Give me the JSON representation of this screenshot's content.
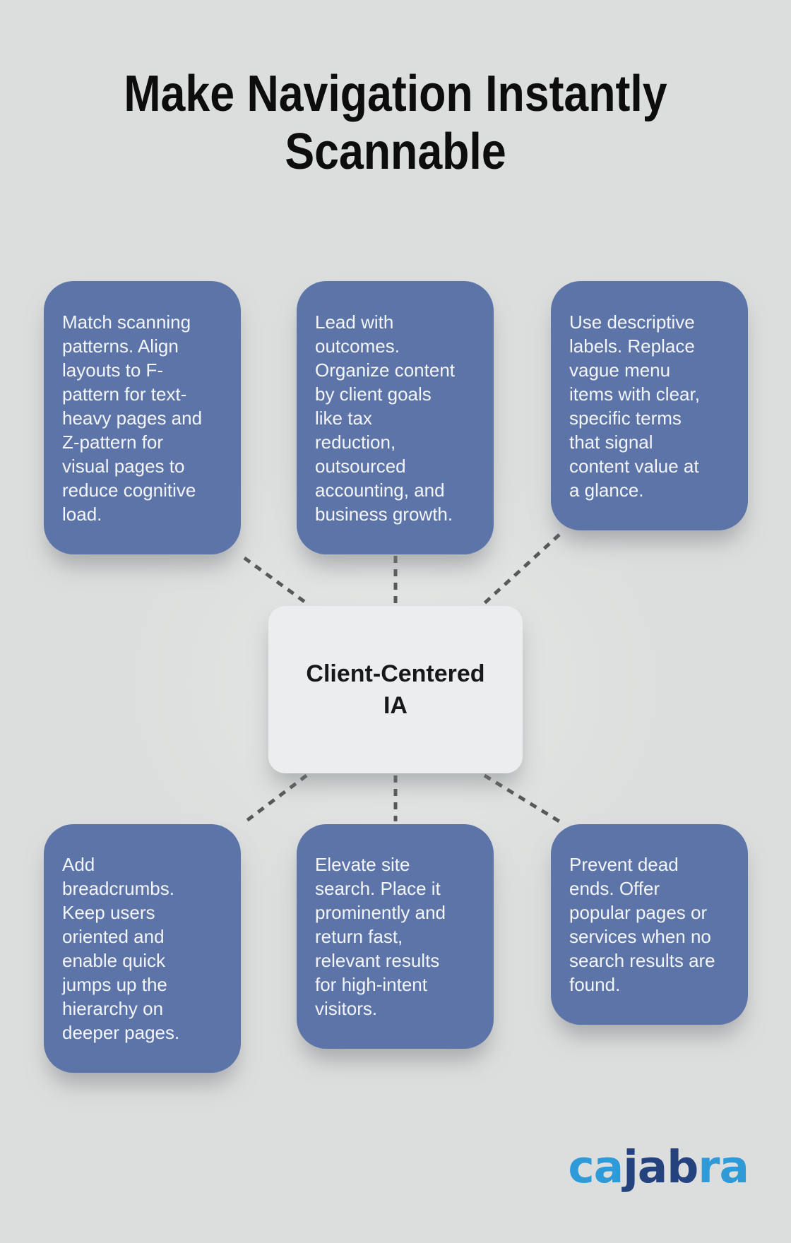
{
  "page": {
    "title": "Make Navigation Instantly\nScannable"
  },
  "center": {
    "label": "Client-Centered\nIA"
  },
  "nodes": {
    "top_left": {
      "text": "Match scanning\npatterns. Align\nlayouts to F-\npattern for text-\nheavy pages and\nZ-pattern for\nvisual pages to\nreduce cognitive\nload."
    },
    "top_middle": {
      "text": "Lead with\noutcomes.\nOrganize content\nby client goals\nlike tax\nreduction,\noutsourced\naccounting, and\nbusiness growth."
    },
    "top_right": {
      "text": "Use descriptive\nlabels. Replace\nvague menu\nitems with clear,\nspecific terms\nthat signal\ncontent value at\na glance."
    },
    "bottom_left": {
      "text": "Add\nbreadcrumbs.\nKeep users\noriented and\nenable quick\njumps up the\nhierarchy on\ndeeper pages."
    },
    "bottom_middle": {
      "text": "Elevate site\nsearch. Place it\nprominently and\nreturn fast,\nrelevant results\nfor high-intent\nvisitors."
    },
    "bottom_right": {
      "text": "Prevent dead\nends. Offer\npopular pages or\nservices when no\nsearch results are\nfound."
    }
  },
  "logo": {
    "part1": "ca",
    "part2": "jab",
    "part3": "ra"
  },
  "colors": {
    "background": "#dcdedd",
    "node_fill": "#5c74a8",
    "node_text": "#f3f5f8",
    "center_fill": "#ebedef",
    "center_text": "#17181a",
    "connector": "#57585a",
    "title_text": "#0d0d0d",
    "logo_light": "#2e9ad8",
    "logo_dark": "#24427d"
  }
}
